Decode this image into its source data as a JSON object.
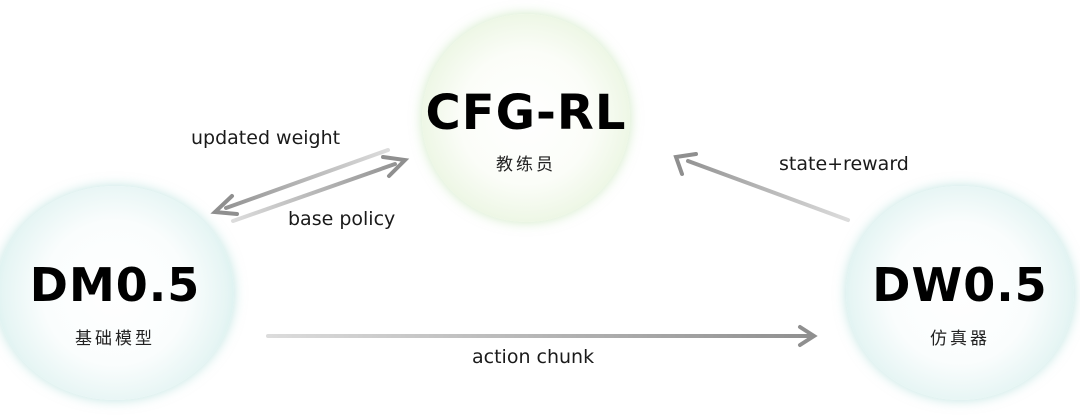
{
  "nodes": {
    "coach": {
      "title": "CFG-RL",
      "subtitle": "教练员"
    },
    "base_model": {
      "title": "DM0.5",
      "subtitle": "基础模型"
    },
    "simulator": {
      "title": "DW0.5",
      "subtitle": "仿真器"
    }
  },
  "edges": {
    "updated_weight": "updated weight",
    "base_policy": "base policy",
    "state_reward": "state+reward",
    "action_chunk": "action chunk"
  },
  "colors": {
    "coach_ring": "#c6e6b3",
    "model_ring": "#b6e3df",
    "arrow": "#9a9a9a"
  }
}
